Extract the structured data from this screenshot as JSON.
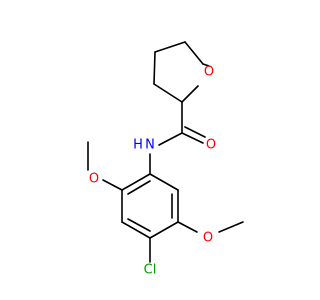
{
  "molecule": {
    "atoms": {
      "O_ring": {
        "label": "O",
        "color": "#ff0000"
      },
      "O_carbonyl": {
        "label": "O",
        "color": "#ff0000"
      },
      "N_amide": {
        "label": "N",
        "color": "#0000ff"
      },
      "H_amide": {
        "label": "H",
        "color": "#0000ff"
      },
      "O_methoxy_left": {
        "label": "O",
        "color": "#ff0000"
      },
      "O_methoxy_right": {
        "label": "O",
        "color": "#ff0000"
      },
      "Cl": {
        "label": "Cl",
        "color": "#00a000"
      }
    }
  }
}
